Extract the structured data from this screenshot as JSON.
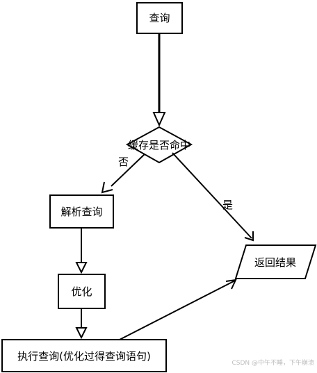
{
  "diagram": {
    "nodes": {
      "query": "查询",
      "cache_check": "缓存是否命中",
      "parse": "解析查询",
      "optimize": "优化",
      "execute": "执行查询(优化过得查询语句)",
      "return_result": "返回结果"
    },
    "edges": {
      "no_label": "否",
      "yes_label": "是"
    }
  },
  "watermark": "CSDN @中午不睡，下午崩溃"
}
